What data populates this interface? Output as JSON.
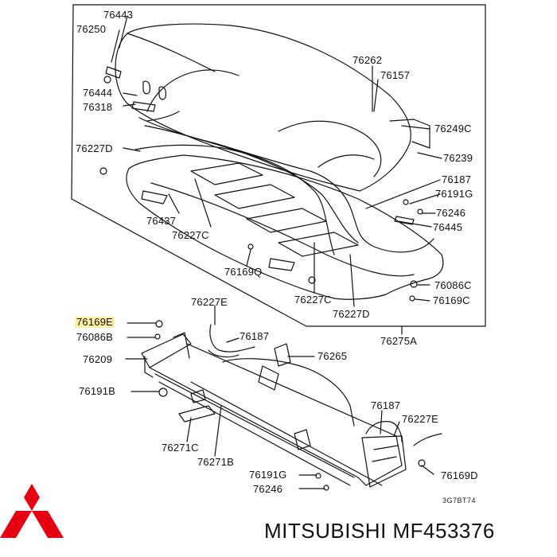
{
  "diagram": {
    "diagram_code": "3G7BT74",
    "highlighted_part": "76169E",
    "labels": {
      "l76443": "76443",
      "l76250": "76250",
      "l76262": "76262",
      "l76157": "76157",
      "l76444": "76444",
      "l76318": "76318",
      "l76249c": "76249C",
      "l76227d_top": "76227D",
      "l76239": "76239",
      "l76187_top": "76187",
      "l76191g_top": "76191G",
      "l76246_top": "76246",
      "l76437": "76437",
      "l76227c_left": "76227C",
      "l76445": "76445",
      "l76169q": "76169Q",
      "l76086c": "76086C",
      "l76169c": "76169C",
      "l76227c_bottom": "76227C",
      "l76227d_bottom": "76227D",
      "l76227e_top": "76227E",
      "l76169e": "76169E",
      "l76086b": "76086B",
      "l76187_mid": "76187",
      "l76275a": "76275A",
      "l76209": "76209",
      "l76265": "76265",
      "l76191b": "76191B",
      "l76187_low": "76187",
      "l76227e_low": "76227E",
      "l76271c": "76271C",
      "l76271b": "76271B",
      "l76191g_low": "76191G",
      "l76169d": "76169D",
      "l76246_low": "76246"
    }
  },
  "footer": {
    "brand_text": "MITSUBISHI MF453376",
    "logo_color": "#e60012"
  }
}
